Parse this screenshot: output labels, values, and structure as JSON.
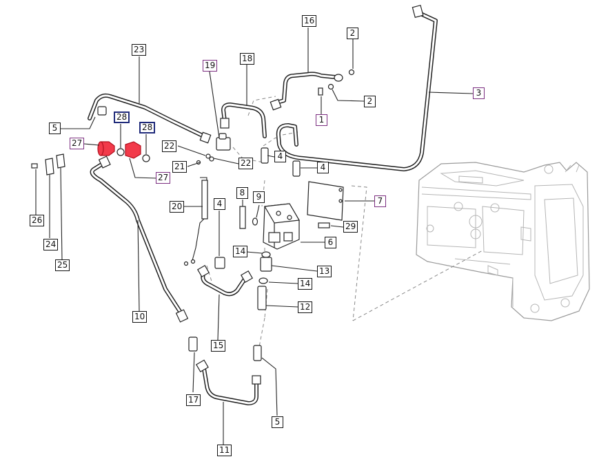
{
  "callouts": [
    {
      "id": "c16",
      "label": "16",
      "style": "black"
    },
    {
      "id": "c2a",
      "label": "2",
      "style": "black"
    },
    {
      "id": "c2b",
      "label": "2",
      "style": "black"
    },
    {
      "id": "c3",
      "label": "3",
      "style": "purple"
    },
    {
      "id": "c23",
      "label": "23",
      "style": "black"
    },
    {
      "id": "c19",
      "label": "19",
      "style": "purple"
    },
    {
      "id": "c18",
      "label": "18",
      "style": "black"
    },
    {
      "id": "c1",
      "label": "1",
      "style": "purple"
    },
    {
      "id": "c5a",
      "label": "5",
      "style": "black"
    },
    {
      "id": "c28a",
      "label": "28",
      "style": "navy"
    },
    {
      "id": "c28b",
      "label": "28",
      "style": "navy"
    },
    {
      "id": "c27a",
      "label": "27",
      "style": "purple"
    },
    {
      "id": "c22a",
      "label": "22",
      "style": "black"
    },
    {
      "id": "c4a",
      "label": "4",
      "style": "black"
    },
    {
      "id": "c21",
      "label": "21",
      "style": "black"
    },
    {
      "id": "c22b",
      "label": "22",
      "style": "black"
    },
    {
      "id": "c4b",
      "label": "4",
      "style": "black"
    },
    {
      "id": "c27b",
      "label": "27",
      "style": "purple"
    },
    {
      "id": "c8",
      "label": "8",
      "style": "black"
    },
    {
      "id": "c9",
      "label": "9",
      "style": "black"
    },
    {
      "id": "c7",
      "label": "7",
      "style": "purple"
    },
    {
      "id": "c4c",
      "label": "4",
      "style": "black"
    },
    {
      "id": "c20",
      "label": "20",
      "style": "black"
    },
    {
      "id": "c26",
      "label": "26",
      "style": "black"
    },
    {
      "id": "c29",
      "label": "29",
      "style": "black"
    },
    {
      "id": "c24",
      "label": "24",
      "style": "black"
    },
    {
      "id": "c6",
      "label": "6",
      "style": "black"
    },
    {
      "id": "c14a",
      "label": "14",
      "style": "black"
    },
    {
      "id": "c25",
      "label": "25",
      "style": "black"
    },
    {
      "id": "c13",
      "label": "13",
      "style": "black"
    },
    {
      "id": "c14b",
      "label": "14",
      "style": "black"
    },
    {
      "id": "c12",
      "label": "12",
      "style": "black"
    },
    {
      "id": "c10",
      "label": "10",
      "style": "black"
    },
    {
      "id": "c15",
      "label": "15",
      "style": "black"
    },
    {
      "id": "c17",
      "label": "17",
      "style": "black"
    },
    {
      "id": "c5b",
      "label": "5",
      "style": "black"
    },
    {
      "id": "c11",
      "label": "11",
      "style": "black"
    }
  ],
  "colors": {
    "line": "#222222",
    "callout_black": "#111111",
    "callout_purple": "#7a2c7f",
    "callout_navy": "#1f2a7a",
    "highlight_part": "#f23a4a",
    "housing": "#9a9a9a"
  }
}
